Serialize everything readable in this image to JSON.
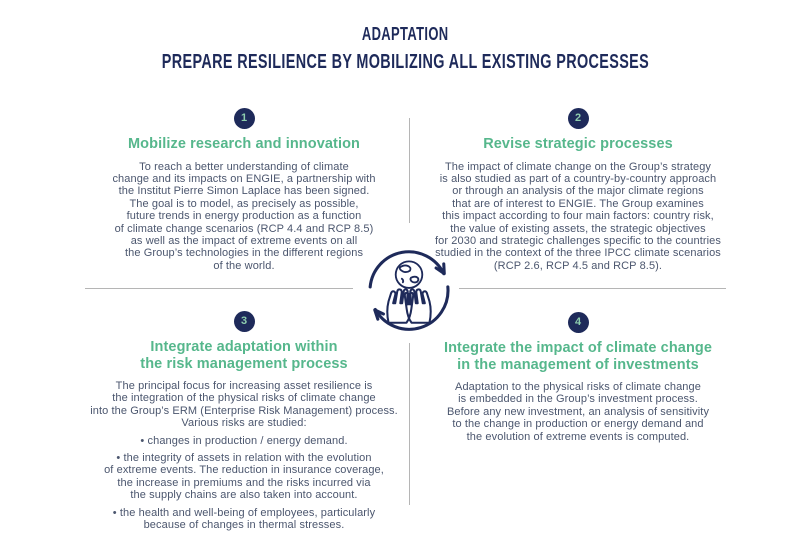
{
  "title": {
    "line1": "ADAPTATION",
    "line2": "PREPARE RESILIENCE BY MOBILIZING ALL EXISTING PROCESSES"
  },
  "colors": {
    "navy": "#1e2a5a",
    "heading_green": "#56b78c",
    "body_text": "#4b566e",
    "divider_gray": "#b5b5b5",
    "badge_number": "#8fcfae"
  },
  "center_icon": "hands-holding-earth-with-cycle-arrows",
  "quadrants": [
    {
      "number": "1",
      "heading": "Mobilize research and innovation",
      "body": "To reach a better understanding of climate\nchange and its impacts on ENGIE, a partnership with\nthe Institut Pierre Simon Laplace has been signed.\nThe goal is to model, as precisely as possible,\nfuture trends in energy production as a function\nof climate change scenarios (RCP 4.4 and RCP 8.5)\nas well as the impact of extreme events on all\nthe Group’s technologies in the different regions\nof the world."
    },
    {
      "number": "2",
      "heading": "Revise strategic processes",
      "body": "The impact of climate change on the Group’s strategy\nis also studied as part of a country-by-country approach\nor through an analysis of the major climate regions\nthat are of interest to ENGIE. The Group examines\nthis impact according to four main factors: country risk,\nthe value of existing assets, the strategic objectives\nfor 2030 and strategic challenges specific to the countries\nstudied in the context of the three IPCC climate scenarios\n(RCP 2.6, RCP 4.5 and RCP 8.5)."
    },
    {
      "number": "3",
      "heading": "Integrate adaptation within\nthe risk management process",
      "intro": "The principal focus for increasing asset resilience is\nthe integration of the physical risks of climate change\ninto the Group’s ERM (Enterprise Risk Management) process.\nVarious risks are studied:",
      "bullets": [
        "• changes in production / energy demand.",
        "• the integrity of assets in relation with the evolution\nof extreme events. The reduction in insurance coverage,\nthe increase in premiums and the risks incurred via\nthe supply chains are also taken into account.",
        "• the health and well-being of employees, particularly\nbecause of changes in thermal stresses."
      ]
    },
    {
      "number": "4",
      "heading": "Integrate the impact of climate change\nin the management of investments",
      "body": "Adaptation to the physical risks of climate change\nis embedded in the Group’s investment process.\nBefore any new investment, an analysis of sensitivity\nto the change in production or energy demand and\nthe evolution of extreme events is computed."
    }
  ]
}
